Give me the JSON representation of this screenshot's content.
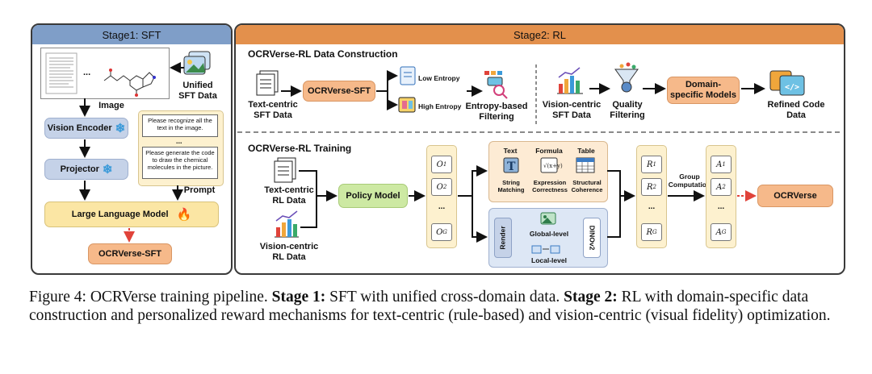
{
  "stage1": {
    "title": "Stage1: SFT",
    "unified_sft_data": "Unified\nSFT Data",
    "image_label": "Image",
    "vision_encoder": "Vision Encoder",
    "projector": "Projector",
    "prompt1": "Please recognize all the text in the image.",
    "prompt_dots": "...",
    "prompt2": "Please generate the code to draw the chemical molecules in the picture.",
    "prompt_label": "Prompt",
    "llm": "Large Language Model",
    "ocrverse_sft": "OCRVerse-SFT",
    "thumb_dots": "..."
  },
  "stage2": {
    "title": "Stage2: RL",
    "construction": {
      "title": "OCRVerse-RL Data Construction",
      "text_centric": "Text-centric\nSFT Data",
      "ocrverse_sft": "OCRVerse-SFT",
      "low_entropy": "Low Entropy",
      "high_entropy": "High Entropy",
      "entropy_filtering": "Entropy-based\nFiltering",
      "vision_centric": "Vision-centric\nSFT Data",
      "quality_filtering": "Quality\nFiltering",
      "domain_models": "Domain-\nspecific Models",
      "refined_code": "Refined Code\nData"
    },
    "training": {
      "title": "OCRVerse-RL Training",
      "text_centric_rl": "Text-centric\nRL Data",
      "vision_centric_rl": "Vision-centric\nRL Data",
      "policy_model": "Policy Model",
      "outputs": [
        "O1",
        "O2",
        "...",
        "OG"
      ],
      "reward_text": "Text",
      "reward_formula": "Formula",
      "reward_table": "Table",
      "string_matching": "String\nMatching",
      "expression_correctness": "Expression\nCorrectness",
      "structural_coherence": "Structural\nCoherence",
      "render": "Render",
      "global_level": "Global-level",
      "local_level": "Local-level",
      "dinov2": "DINOv2",
      "rewards": [
        "R1",
        "R2",
        "...",
        "RG"
      ],
      "group_computation": "Group\nComputation",
      "advantages": [
        "A1",
        "A2",
        "...",
        "AG"
      ],
      "ocrverse": "OCRVerse"
    }
  },
  "caption": {
    "prefix": "Figure 4: OCRVerse training pipeline. ",
    "stage1_bold": "Stage 1:",
    "stage1_text": " SFT with unified cross-domain data. ",
    "stage2_bold": "Stage 2:",
    "stage2_text": " RL with domain-specific data construction and personalized reward mechanisms for text-centric (rule-based) and vision-centric (visual fidelity) optimization."
  },
  "colors": {
    "stage1_header": "#7f9ec8",
    "stage2_header": "#e3904c",
    "blue_box": "#c5d2e8",
    "yellow_box": "#fbe6a4",
    "orange_box": "#f6b98a",
    "green_box": "#cde9a3",
    "red_arrow": "#e0433a"
  }
}
